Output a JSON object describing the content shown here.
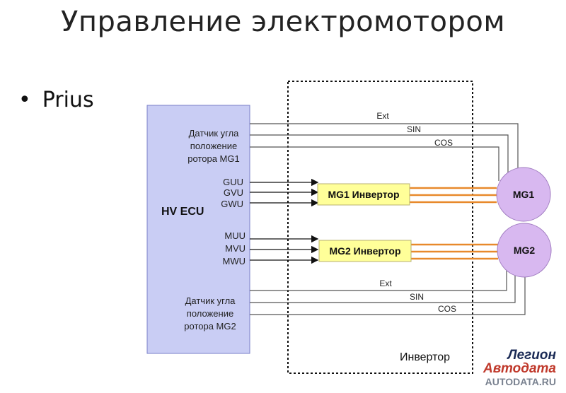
{
  "title": "Управление электромотором",
  "bullet": "Prius",
  "ecu": {
    "label": "HV ECU",
    "sensor_mg1": [
      "Датчик угла",
      "положение",
      "ротора MG1"
    ],
    "sensor_mg2": [
      "Датчик угла",
      "положение",
      "ротора MG2"
    ],
    "mg1_signals": [
      "GUU",
      "GVU",
      "GWU"
    ],
    "mg2_signals": [
      "MUU",
      "MVU",
      "MWU"
    ]
  },
  "resolver_mg1": [
    "Ext",
    "SIN",
    "COS"
  ],
  "resolver_mg2": [
    "Ext",
    "SIN",
    "COS"
  ],
  "inverter_mg1": "MG1 Инвертор",
  "inverter_mg2": "MG2 Инвертор",
  "inverter_box_label": "Инвертор",
  "motor_mg1": "MG1",
  "motor_mg2": "MG2",
  "watermark": [
    "Легион",
    "Автодата",
    "AUTODATA.RU"
  ],
  "colors": {
    "ecu_fill": "#c9cdf4",
    "ecu_border": "#7a80c9",
    "inverter_fill": "#ffff99",
    "motor_fill": "#d8b8f0",
    "power_line": "#e8892b",
    "signal_line": "#111111"
  }
}
